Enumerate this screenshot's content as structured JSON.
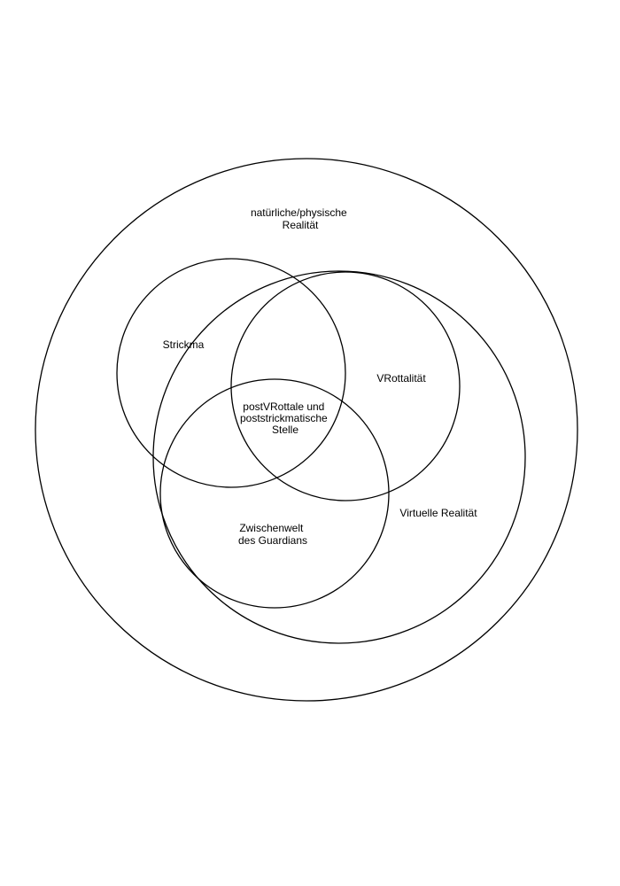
{
  "diagram": {
    "stroke_color": "#000000",
    "background_color": "#ffffff",
    "labels": {
      "natural_reality": [
        "natürliche/physische",
        "Realität"
      ],
      "strickma": [
        "Strickma"
      ],
      "vrottalitaet": [
        "VRottalität"
      ],
      "virtual_reality": [
        "Virtuelle Realität"
      ],
      "center": [
        "postVRottale und",
        "poststrickmatische",
        "Stelle"
      ],
      "guardian": [
        "Zwischenwelt",
        "des Guardians"
      ]
    }
  }
}
